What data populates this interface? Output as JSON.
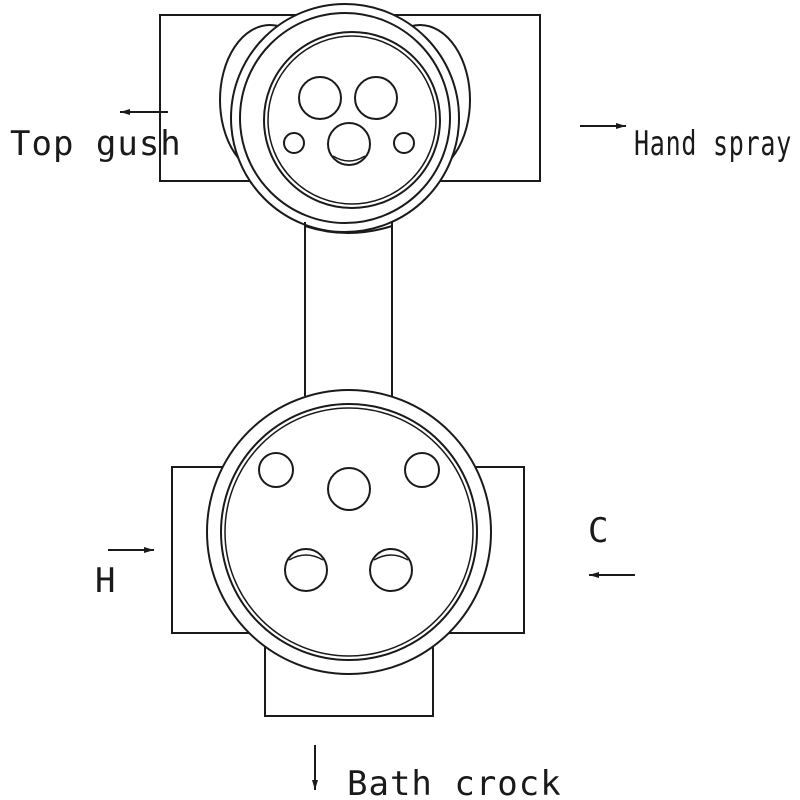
{
  "labels": {
    "top_left": "Top gush",
    "top_right": "Hand spray",
    "bottom_left": "H",
    "bottom_right": "C",
    "bottom": "Bath crock"
  }
}
